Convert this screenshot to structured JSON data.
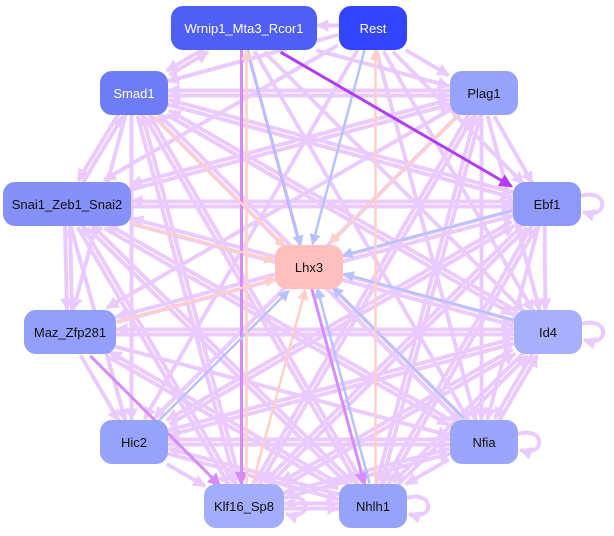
{
  "title": "Gene regulatory network",
  "nodes": [
    {
      "id": "Wrnip1_Mta3_Rcor1",
      "label": "Wrnip1_Mta3_Rcor1",
      "fill": "#4f5ef5",
      "text": "#ffffff"
    },
    {
      "id": "Rest",
      "label": "Rest",
      "fill": "#3344ff",
      "text": "#ffffff"
    },
    {
      "id": "Smad1",
      "label": "Smad1",
      "fill": "#6e7cf7",
      "text": "#ffffff"
    },
    {
      "id": "Plag1",
      "label": "Plag1",
      "fill": "#97a2fb",
      "text": "#111111"
    },
    {
      "id": "Snai1_Zeb1_Snai2",
      "label": "Snai1_Zeb1_Snai2",
      "fill": "#8590f9",
      "text": "#111111"
    },
    {
      "id": "Ebf1",
      "label": "Ebf1",
      "fill": "#8e99fa",
      "text": "#111111"
    },
    {
      "id": "Lhx3",
      "label": "Lhx3",
      "fill": "#ffbfbf",
      "text": "#111111"
    },
    {
      "id": "Maz_Zfp281",
      "label": "Maz_Zfp281",
      "fill": "#939ffa",
      "text": "#111111"
    },
    {
      "id": "Id4",
      "label": "Id4",
      "fill": "#a8b0fc",
      "text": "#111111"
    },
    {
      "id": "Hic2",
      "label": "Hic2",
      "fill": "#97a2fb",
      "text": "#111111"
    },
    {
      "id": "Nfia",
      "label": "Nfia",
      "fill": "#9ba5fb",
      "text": "#111111"
    },
    {
      "id": "Klf16_Sp8",
      "label": "Klf16_Sp8",
      "fill": "#a4adfc",
      "text": "#111111"
    },
    {
      "id": "Nhlh1",
      "label": "Nhlh1",
      "fill": "#97a2fb",
      "text": "#111111"
    }
  ],
  "edge_colors": {
    "weak": "#ebcbff",
    "medium": "#d68cff",
    "strong": "#b23cf5",
    "to_target_blue": "#b8c2ff",
    "to_target_pink": "#ffcfc8"
  },
  "edges": [
    {
      "from": "Rest",
      "to": "Wrnip1_Mta3_Rcor1",
      "kind": "weak"
    },
    {
      "from": "Wrnip1_Mta3_Rcor1",
      "to": "Ebf1",
      "kind": "strong"
    },
    {
      "from": "Wrnip1_Mta3_Rcor1",
      "to": "Klf16_Sp8",
      "kind": "medium"
    },
    {
      "from": "Wrnip1_Mta3_Rcor1",
      "to": "Nhlh1",
      "kind": "medium"
    },
    {
      "from": "Wrnip1_Mta3_Rcor1",
      "to": "Lhx3",
      "kind": "to_target_blue"
    },
    {
      "from": "Rest",
      "to": "Lhx3",
      "kind": "to_target_blue"
    },
    {
      "from": "Smad1",
      "to": "Lhx3",
      "kind": "to_target_pink"
    },
    {
      "from": "Plag1",
      "to": "Lhx3",
      "kind": "to_target_pink"
    },
    {
      "from": "Ebf1",
      "to": "Lhx3",
      "kind": "to_target_blue"
    },
    {
      "from": "Snai1_Zeb1_Snai2",
      "to": "Lhx3",
      "kind": "to_target_pink"
    },
    {
      "from": "Maz_Zfp281",
      "to": "Lhx3",
      "kind": "to_target_pink"
    },
    {
      "from": "Id4",
      "to": "Lhx3",
      "kind": "to_target_blue"
    },
    {
      "from": "Hic2",
      "to": "Lhx3",
      "kind": "to_target_blue"
    },
    {
      "from": "Nfia",
      "to": "Lhx3",
      "kind": "to_target_blue"
    },
    {
      "from": "Klf16_Sp8",
      "to": "Lhx3",
      "kind": "to_target_pink"
    },
    {
      "from": "Nhlh1",
      "to": "Lhx3",
      "kind": "to_target_blue"
    },
    {
      "from": "Klf16_Sp8",
      "to": "Wrnip1_Mta3_Rcor1",
      "kind": "to_target_pink"
    },
    {
      "from": "Nhlh1",
      "to": "Rest",
      "kind": "to_target_pink"
    },
    {
      "from": "Smad1",
      "to": "Snai1_Zeb1_Snai2",
      "kind": "weak"
    },
    {
      "from": "Snai1_Zeb1_Snai2",
      "to": "Smad1",
      "kind": "weak"
    },
    {
      "from": "Smad1",
      "to": "Wrnip1_Mta3_Rcor1",
      "kind": "weak"
    },
    {
      "from": "Wrnip1_Mta3_Rcor1",
      "to": "Smad1",
      "kind": "weak"
    },
    {
      "from": "Smad1",
      "to": "Plag1",
      "kind": "weak"
    },
    {
      "from": "Smad1",
      "to": "Ebf1",
      "kind": "weak"
    },
    {
      "from": "Smad1",
      "to": "Id4",
      "kind": "weak"
    },
    {
      "from": "Smad1",
      "to": "Nfia",
      "kind": "weak"
    },
    {
      "from": "Smad1",
      "to": "Klf16_Sp8",
      "kind": "weak"
    },
    {
      "from": "Smad1",
      "to": "Nhlh1",
      "kind": "weak"
    },
    {
      "from": "Smad1",
      "to": "Hic2",
      "kind": "weak"
    },
    {
      "from": "Smad1",
      "to": "Maz_Zfp281",
      "kind": "weak"
    },
    {
      "from": "Rest",
      "to": "Plag1",
      "kind": "weak"
    },
    {
      "from": "Rest",
      "to": "Ebf1",
      "kind": "weak"
    },
    {
      "from": "Rest",
      "to": "Snai1_Zeb1_Snai2",
      "kind": "weak"
    },
    {
      "from": "Rest",
      "to": "Smad1",
      "kind": "weak"
    },
    {
      "from": "Rest",
      "to": "Hic2",
      "kind": "weak"
    },
    {
      "from": "Rest",
      "to": "Id4",
      "kind": "weak"
    },
    {
      "from": "Rest",
      "to": "Nfia",
      "kind": "weak"
    },
    {
      "from": "Plag1",
      "to": "Ebf1",
      "kind": "weak"
    },
    {
      "from": "Plag1",
      "to": "Snai1_Zeb1_Snai2",
      "kind": "weak"
    },
    {
      "from": "Plag1",
      "to": "Smad1",
      "kind": "weak"
    },
    {
      "from": "Plag1",
      "to": "Klf16_Sp8",
      "kind": "weak"
    },
    {
      "from": "Plag1",
      "to": "Nhlh1",
      "kind": "weak"
    },
    {
      "from": "Plag1",
      "to": "Nfia",
      "kind": "weak"
    },
    {
      "from": "Plag1",
      "to": "Id4",
      "kind": "weak"
    },
    {
      "from": "Plag1",
      "to": "Maz_Zfp281",
      "kind": "weak"
    },
    {
      "from": "Plag1",
      "to": "Hic2",
      "kind": "weak"
    },
    {
      "from": "Snai1_Zeb1_Snai2",
      "to": "Maz_Zfp281",
      "kind": "weak"
    },
    {
      "from": "Maz_Zfp281",
      "to": "Snai1_Zeb1_Snai2",
      "kind": "weak"
    },
    {
      "from": "Snai1_Zeb1_Snai2",
      "to": "Ebf1",
      "kind": "weak"
    },
    {
      "from": "Snai1_Zeb1_Snai2",
      "to": "Id4",
      "kind": "weak"
    },
    {
      "from": "Snai1_Zeb1_Snai2",
      "to": "Nfia",
      "kind": "weak"
    },
    {
      "from": "Snai1_Zeb1_Snai2",
      "to": "Klf16_Sp8",
      "kind": "weak"
    },
    {
      "from": "Snai1_Zeb1_Snai2",
      "to": "Nhlh1",
      "kind": "weak"
    },
    {
      "from": "Snai1_Zeb1_Snai2",
      "to": "Hic2",
      "kind": "weak"
    },
    {
      "from": "Snai1_Zeb1_Snai2",
      "to": "Plag1",
      "kind": "weak"
    },
    {
      "from": "Ebf1",
      "to": "Snai1_Zeb1_Snai2",
      "kind": "weak"
    },
    {
      "from": "Ebf1",
      "to": "Id4",
      "kind": "weak"
    },
    {
      "from": "Ebf1",
      "to": "Nfia",
      "kind": "weak"
    },
    {
      "from": "Ebf1",
      "to": "Klf16_Sp8",
      "kind": "weak"
    },
    {
      "from": "Ebf1",
      "to": "Nhlh1",
      "kind": "weak"
    },
    {
      "from": "Ebf1",
      "to": "Maz_Zfp281",
      "kind": "weak"
    },
    {
      "from": "Ebf1",
      "to": "Hic2",
      "kind": "weak"
    },
    {
      "from": "Ebf1",
      "to": "Smad1",
      "kind": "weak"
    },
    {
      "from": "Ebf1",
      "to": "Ebf1",
      "kind": "weak"
    },
    {
      "from": "Maz_Zfp281",
      "to": "Id4",
      "kind": "weak"
    },
    {
      "from": "Maz_Zfp281",
      "to": "Ebf1",
      "kind": "weak"
    },
    {
      "from": "Maz_Zfp281",
      "to": "Klf16_Sp8",
      "kind": "medium"
    },
    {
      "from": "Maz_Zfp281",
      "to": "Nhlh1",
      "kind": "weak"
    },
    {
      "from": "Maz_Zfp281",
      "to": "Nfia",
      "kind": "weak"
    },
    {
      "from": "Maz_Zfp281",
      "to": "Hic2",
      "kind": "weak"
    },
    {
      "from": "Id4",
      "to": "Maz_Zfp281",
      "kind": "weak"
    },
    {
      "from": "Id4",
      "to": "Nfia",
      "kind": "weak"
    },
    {
      "from": "Id4",
      "to": "Klf16_Sp8",
      "kind": "weak"
    },
    {
      "from": "Id4",
      "to": "Nhlh1",
      "kind": "weak"
    },
    {
      "from": "Id4",
      "to": "Hic2",
      "kind": "weak"
    },
    {
      "from": "Id4",
      "to": "Snai1_Zeb1_Snai2",
      "kind": "weak"
    },
    {
      "from": "Id4",
      "to": "Smad1",
      "kind": "weak"
    },
    {
      "from": "Id4",
      "to": "Id4",
      "kind": "weak"
    },
    {
      "from": "Nfia",
      "to": "Id4",
      "kind": "weak"
    },
    {
      "from": "Nfia",
      "to": "Klf16_Sp8",
      "kind": "weak"
    },
    {
      "from": "Nfia",
      "to": "Hic2",
      "kind": "weak"
    },
    {
      "from": "Nfia",
      "to": "Snai1_Zeb1_Snai2",
      "kind": "weak"
    },
    {
      "from": "Nfia",
      "to": "Smad1",
      "kind": "weak"
    },
    {
      "from": "Nfia",
      "to": "Nfia",
      "kind": "weak"
    },
    {
      "from": "Hic2",
      "to": "Klf16_Sp8",
      "kind": "weak"
    },
    {
      "from": "Hic2",
      "to": "Nhlh1",
      "kind": "weak"
    },
    {
      "from": "Hic2",
      "to": "Nfia",
      "kind": "weak"
    },
    {
      "from": "Hic2",
      "to": "Id4",
      "kind": "weak"
    },
    {
      "from": "Hic2",
      "to": "Ebf1",
      "kind": "weak"
    },
    {
      "from": "Klf16_Sp8",
      "to": "Nhlh1",
      "kind": "weak"
    },
    {
      "from": "Nhlh1",
      "to": "Klf16_Sp8",
      "kind": "weak"
    },
    {
      "from": "Klf16_Sp8",
      "to": "Klf16_Sp8",
      "kind": "weak"
    },
    {
      "from": "Klf16_Sp8",
      "to": "Nfia",
      "kind": "weak"
    },
    {
      "from": "Klf16_Sp8",
      "to": "Id4",
      "kind": "weak"
    },
    {
      "from": "Klf16_Sp8",
      "to": "Ebf1",
      "kind": "weak"
    },
    {
      "from": "Klf16_Sp8",
      "to": "Plag1",
      "kind": "weak"
    },
    {
      "from": "Klf16_Sp8",
      "to": "Smad1",
      "kind": "weak"
    },
    {
      "from": "Klf16_Sp8",
      "to": "Snai1_Zeb1_Snai2",
      "kind": "weak"
    },
    {
      "from": "Nhlh1",
      "to": "Nhlh1",
      "kind": "weak"
    },
    {
      "from": "Nhlh1",
      "to": "Ebf1",
      "kind": "weak"
    },
    {
      "from": "Nhlh1",
      "to": "Id4",
      "kind": "weak"
    },
    {
      "from": "Nhlh1",
      "to": "Plag1",
      "kind": "weak"
    },
    {
      "from": "Nhlh1",
      "to": "Smad1",
      "kind": "weak"
    },
    {
      "from": "Nhlh1",
      "to": "Snai1_Zeb1_Snai2",
      "kind": "weak"
    },
    {
      "from": "Nhlh1",
      "to": "Maz_Zfp281",
      "kind": "weak"
    },
    {
      "from": "Nhlh1",
      "to": "Hic2",
      "kind": "weak"
    },
    {
      "from": "Nfia",
      "to": "Nhlh1",
      "kind": "weak"
    },
    {
      "from": "Wrnip1_Mta3_Rcor1",
      "to": "Plag1",
      "kind": "weak"
    },
    {
      "from": "Wrnip1_Mta3_Rcor1",
      "to": "Nfia",
      "kind": "weak"
    },
    {
      "from": "Wrnip1_Mta3_Rcor1",
      "to": "Id4",
      "kind": "weak"
    }
  ]
}
